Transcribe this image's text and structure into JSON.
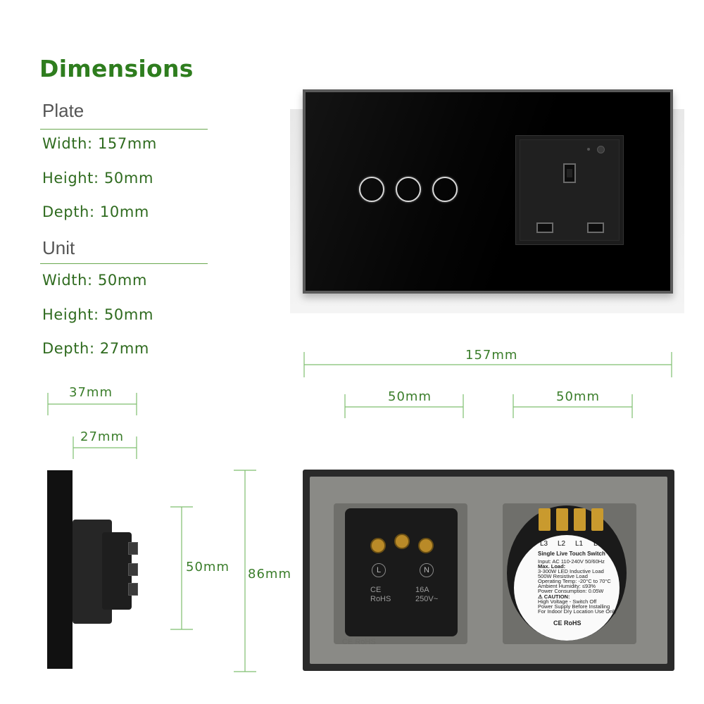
{
  "title": "Dimensions",
  "plate": {
    "heading": "Plate",
    "width": "Width: 157mm",
    "height": "Height: 50mm",
    "depth": "Depth: 10mm"
  },
  "unit": {
    "heading": "Unit",
    "width": "Width: 50mm",
    "height": "Height: 50mm",
    "depth": "Depth: 27mm"
  },
  "measurements": {
    "overall_width": "157mm",
    "module_left": "50mm",
    "module_right": "50mm",
    "side_total_depth": "37mm",
    "side_body_depth": "27mm",
    "module_height": "50mm",
    "plate_height": "86mm"
  },
  "switch_label": {
    "terminals": [
      "L3",
      "L2",
      "L1",
      "L"
    ],
    "title": "Single Live Touch Switch",
    "lines": [
      "Input: AC 110-240V 50/60Hz",
      "Max. Load:",
      "3-300W LED Inductive Load",
      "500W Resistive Load",
      "Operating Temp: -20°C to 70°C",
      "Ambient Humidity: ≤93%",
      "Power Consumption: 0.05W",
      "⚠ CAUTION:",
      "High Voltage - Switch Off",
      "Power Supply Before Installing",
      "For Indoor Dry Location Use Only"
    ],
    "marks": "CE RoHS"
  },
  "socket_back": {
    "letters": [
      "L",
      "N"
    ],
    "left_text": "CE\nRoHS",
    "right_text": "16A\n250V~",
    "corner_mark": "CE RoHS"
  },
  "colors": {
    "accent": "#2e7d1e",
    "spec_text": "#2f6b1f",
    "rule": "#6aa84f"
  },
  "icons": {
    "touch_buttons": "ring-icon",
    "socket": "uk-socket-icon"
  }
}
